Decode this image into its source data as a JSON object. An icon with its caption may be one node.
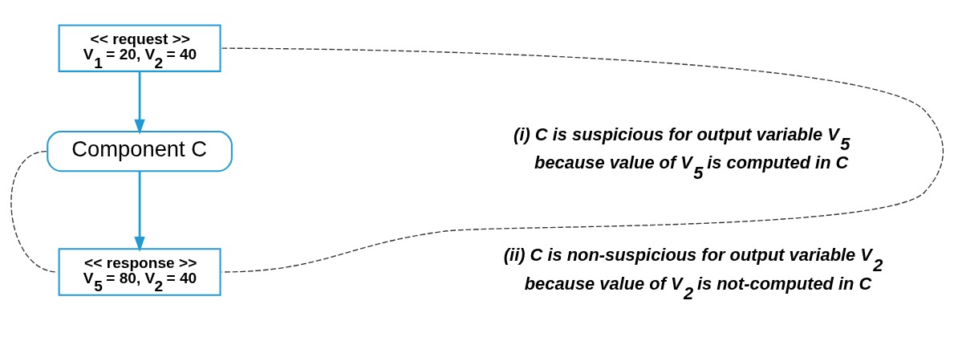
{
  "diagram": {
    "nodes": [
      {
        "text": [
          "<< request >>",
          "V$_{1}$ = 20, V$_{2}$ = 40"
        ]
      },
      {
        "text": [
          "Component C"
        ]
      },
      {
        "text": [
          "<< response >>",
          "V$_{5}$ = 80, V$_{2}$ = 40"
        ]
      }
    ],
    "edges": [
      {
        "from": 0,
        "to": 1,
        "arrow": "to"
      },
      {
        "from": 1,
        "to": 2,
        "arrow": "to"
      },
      {
        "from": 0,
        "to": 2,
        "arrow": "none",
        "style": "dashed",
        "color": "#333333"
      },
      {
        "from": 1,
        "to": 2,
        "arrow": "none",
        "style": "dashed",
        "color": "#333333"
      }
    ],
    "labels": [
      "(i) C is suspicious for output variable V$_{5}$ because value of V$_{5}$ is computed in C",
      "(ii) C is non-suspicious for output variable V$_{2}$ because value of V$_{2}$ is not-computed in C"
    ]
  }
}
